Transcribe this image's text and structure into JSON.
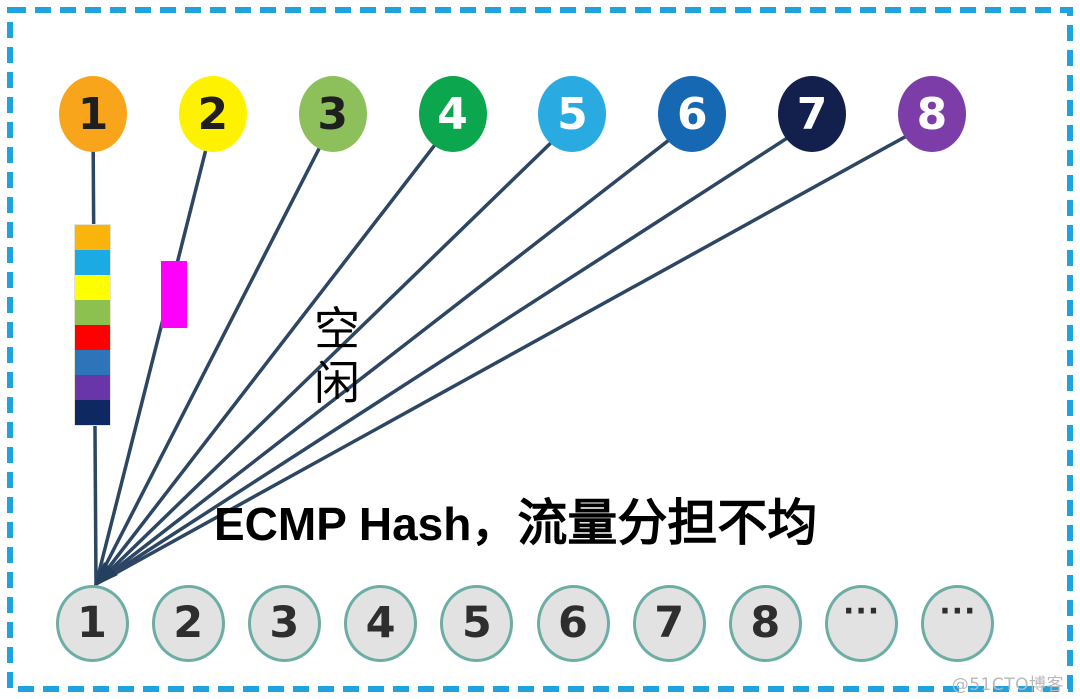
{
  "diagram": {
    "title_en": "ECMP Hash，",
    "title_zh": "流量分担不均",
    "idle_label": "空闲",
    "watermark": "@51CTO博客",
    "colors": {
      "frame_border": "#1FA3DF",
      "flow_line": "#2C4663",
      "arrowhead": "#24405E",
      "port_fill": "#E2E2E2",
      "port_border": "#6CADA6",
      "busy_block": "#FF00FA"
    },
    "flows": [
      {
        "label": "1",
        "color": "#F9A51B",
        "text_color": "#1F1F1F"
      },
      {
        "label": "2",
        "color": "#FFF200",
        "text_color": "#1F1F1F"
      },
      {
        "label": "3",
        "color": "#8DC05A",
        "text_color": "#1F1F1F"
      },
      {
        "label": "4",
        "color": "#0CA64E",
        "text_color": "#FFFFFF"
      },
      {
        "label": "5",
        "color": "#29ABE2",
        "text_color": "#FFFFFF"
      },
      {
        "label": "6",
        "color": "#1668B3",
        "text_color": "#FFFFFF"
      },
      {
        "label": "7",
        "color": "#13204E",
        "text_color": "#FFFFFF"
      },
      {
        "label": "8",
        "color": "#7C3DA8",
        "text_color": "#FFFFFF"
      }
    ],
    "ports": [
      {
        "label": "1"
      },
      {
        "label": "2"
      },
      {
        "label": "3"
      },
      {
        "label": "4"
      },
      {
        "label": "5"
      },
      {
        "label": "6"
      },
      {
        "label": "7"
      },
      {
        "label": "8"
      },
      {
        "label": "···",
        "is_dots": true
      },
      {
        "label": "···",
        "is_dots": true
      }
    ],
    "queue_segments": [
      "#FBB40B",
      "#1BAAE3",
      "#FFFF00",
      "#8CC04F",
      "#FE0000",
      "#2E74B8",
      "#6836A8",
      "#0E2862"
    ]
  }
}
